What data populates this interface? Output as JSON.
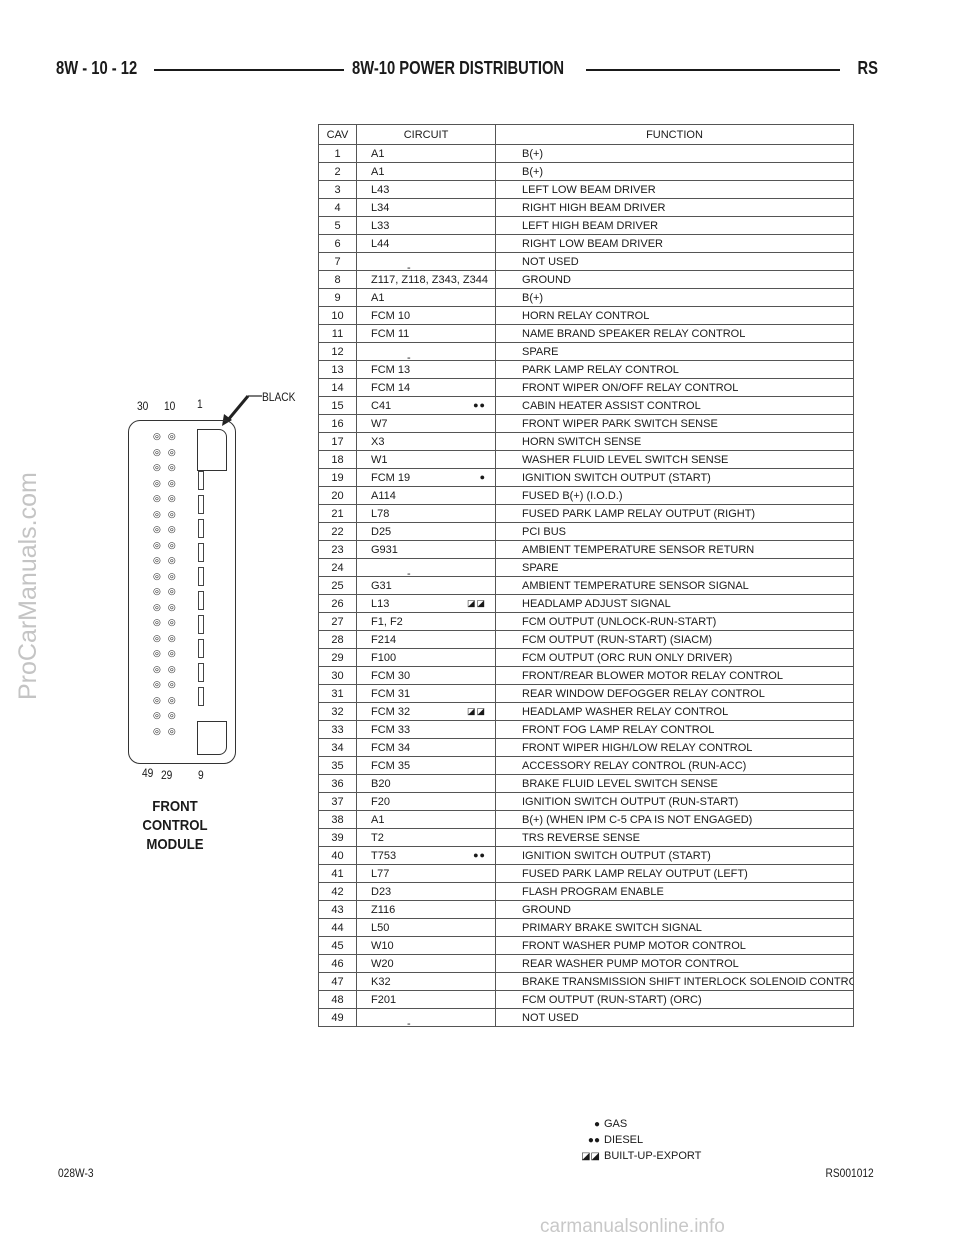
{
  "header": {
    "page_id": "8W - 10 - 12",
    "title": "8W-10 POWER DISTRIBUTION",
    "code": "RS"
  },
  "watermark_side": "ProCarManuals.com",
  "watermark_bottom": "carmanualsonline.info",
  "table": {
    "headers": {
      "cav": "CAV",
      "circuit": "CIRCUIT",
      "function": "FUNCTION"
    },
    "rows": [
      {
        "cav": "1",
        "circuit": "A1",
        "function": "B(+)",
        "mark": ""
      },
      {
        "cav": "2",
        "circuit": "A1",
        "function": "B(+)",
        "mark": ""
      },
      {
        "cav": "3",
        "circuit": "L43",
        "function": "LEFT LOW BEAM DRIVER",
        "mark": ""
      },
      {
        "cav": "4",
        "circuit": "L34",
        "function": "RIGHT HIGH BEAM DRIVER",
        "mark": ""
      },
      {
        "cav": "5",
        "circuit": "L33",
        "function": "LEFT HIGH BEAM DRIVER",
        "mark": ""
      },
      {
        "cav": "6",
        "circuit": "L44",
        "function": "RIGHT LOW BEAM DRIVER",
        "mark": ""
      },
      {
        "cav": "7",
        "circuit": "-",
        "function": "NOT USED",
        "mark": ""
      },
      {
        "cav": "8",
        "circuit": "Z117, Z118, Z343, Z344",
        "function": "GROUND",
        "mark": ""
      },
      {
        "cav": "9",
        "circuit": "A1",
        "function": "B(+)",
        "mark": ""
      },
      {
        "cav": "10",
        "circuit": "FCM 10",
        "function": "HORN RELAY CONTROL",
        "mark": ""
      },
      {
        "cav": "11",
        "circuit": "FCM 11",
        "function": "NAME BRAND SPEAKER RELAY CONTROL",
        "mark": ""
      },
      {
        "cav": "12",
        "circuit": "-",
        "function": "SPARE",
        "mark": ""
      },
      {
        "cav": "13",
        "circuit": "FCM 13",
        "function": "PARK LAMP RELAY CONTROL",
        "mark": ""
      },
      {
        "cav": "14",
        "circuit": "FCM 14",
        "function": "FRONT WIPER ON/OFF RELAY CONTROL",
        "mark": ""
      },
      {
        "cav": "15",
        "circuit": "C41",
        "function": "CABIN HEATER ASSIST CONTROL",
        "mark": "diesel"
      },
      {
        "cav": "16",
        "circuit": "W7",
        "function": "FRONT WIPER PARK SWITCH SENSE",
        "mark": ""
      },
      {
        "cav": "17",
        "circuit": "X3",
        "function": "HORN SWITCH SENSE",
        "mark": ""
      },
      {
        "cav": "18",
        "circuit": "W1",
        "function": "WASHER FLUID LEVEL SWITCH SENSE",
        "mark": ""
      },
      {
        "cav": "19",
        "circuit": "FCM 19",
        "function": "IGNITION SWITCH OUTPUT (START)",
        "mark": "gas"
      },
      {
        "cav": "20",
        "circuit": "A114",
        "function": "FUSED B(+) (I.O.D.)",
        "mark": ""
      },
      {
        "cav": "21",
        "circuit": "L78",
        "function": "FUSED PARK LAMP RELAY OUTPUT (RIGHT)",
        "mark": ""
      },
      {
        "cav": "22",
        "circuit": "D25",
        "function": "PCI BUS",
        "mark": ""
      },
      {
        "cav": "23",
        "circuit": "G931",
        "function": "AMBIENT TEMPERATURE SENSOR RETURN",
        "mark": ""
      },
      {
        "cav": "24",
        "circuit": "-",
        "function": "SPARE",
        "mark": ""
      },
      {
        "cav": "25",
        "circuit": "G31",
        "function": "AMBIENT TEMPERATURE SENSOR SIGNAL",
        "mark": ""
      },
      {
        "cav": "26",
        "circuit": "L13",
        "function": "HEADLAMP ADJUST SIGNAL",
        "mark": "export"
      },
      {
        "cav": "27",
        "circuit": "F1, F2",
        "function": "FCM OUTPUT (UNLOCK-RUN-START)",
        "mark": ""
      },
      {
        "cav": "28",
        "circuit": "F214",
        "function": "FCM OUTPUT (RUN-START) (SIACM)",
        "mark": ""
      },
      {
        "cav": "29",
        "circuit": "F100",
        "function": "FCM OUTPUT (ORC RUN ONLY DRIVER)",
        "mark": ""
      },
      {
        "cav": "30",
        "circuit": "FCM 30",
        "function": "FRONT/REAR BLOWER MOTOR RELAY CONTROL",
        "mark": ""
      },
      {
        "cav": "31",
        "circuit": "FCM 31",
        "function": "REAR WINDOW DEFOGGER RELAY CONTROL",
        "mark": ""
      },
      {
        "cav": "32",
        "circuit": "FCM 32",
        "function": "HEADLAMP WASHER RELAY CONTROL",
        "mark": "export"
      },
      {
        "cav": "33",
        "circuit": "FCM 33",
        "function": "FRONT FOG LAMP RELAY CONTROL",
        "mark": ""
      },
      {
        "cav": "34",
        "circuit": "FCM 34",
        "function": "FRONT WIPER HIGH/LOW RELAY CONTROL",
        "mark": ""
      },
      {
        "cav": "35",
        "circuit": "FCM 35",
        "function": "ACCESSORY RELAY CONTROL (RUN-ACC)",
        "mark": ""
      },
      {
        "cav": "36",
        "circuit": "B20",
        "function": "BRAKE FLUID LEVEL SWITCH SENSE",
        "mark": ""
      },
      {
        "cav": "37",
        "circuit": "F20",
        "function": "IGNITION SWITCH OUTPUT (RUN-START)",
        "mark": ""
      },
      {
        "cav": "38",
        "circuit": "A1",
        "function": "B(+) (WHEN IPM C-5 CPA IS NOT ENGAGED)",
        "mark": ""
      },
      {
        "cav": "39",
        "circuit": "T2",
        "function": "TRS REVERSE SENSE",
        "mark": ""
      },
      {
        "cav": "40",
        "circuit": "T753",
        "function": "IGNITION SWITCH OUTPUT (START)",
        "mark": "diesel"
      },
      {
        "cav": "41",
        "circuit": "L77",
        "function": "FUSED PARK LAMP RELAY OUTPUT (LEFT)",
        "mark": ""
      },
      {
        "cav": "42",
        "circuit": "D23",
        "function": "FLASH PROGRAM ENABLE",
        "mark": ""
      },
      {
        "cav": "43",
        "circuit": "Z116",
        "function": "GROUND",
        "mark": ""
      },
      {
        "cav": "44",
        "circuit": "L50",
        "function": "PRIMARY BRAKE SWITCH SIGNAL",
        "mark": ""
      },
      {
        "cav": "45",
        "circuit": "W10",
        "function": "FRONT WASHER PUMP MOTOR CONTROL",
        "mark": ""
      },
      {
        "cav": "46",
        "circuit": "W20",
        "function": "REAR WASHER PUMP MOTOR CONTROL",
        "mark": ""
      },
      {
        "cav": "47",
        "circuit": "K32",
        "function": "BRAKE TRANSMISSION SHIFT INTERLOCK SOLENOID CONTROL",
        "mark": ""
      },
      {
        "cav": "48",
        "circuit": "F201",
        "function": "FCM OUTPUT (RUN-START) (ORC)",
        "mark": ""
      },
      {
        "cav": "49",
        "circuit": "-",
        "function": "NOT USED",
        "mark": ""
      }
    ]
  },
  "marks": {
    "gas": "●",
    "diesel": "●●",
    "export": "◪◪"
  },
  "connector": {
    "color_label": "BLACK",
    "pin_top_labels": [
      "30",
      "10",
      "1"
    ],
    "pin_bottom_labels": [
      "49",
      "29",
      "9"
    ],
    "name_lines": [
      "FRONT",
      "CONTROL",
      "MODULE"
    ]
  },
  "legend": [
    {
      "key": "gas",
      "label": "GAS"
    },
    {
      "key": "diesel",
      "label": "DIESEL"
    },
    {
      "key": "export",
      "label": "BUILT-UP-EXPORT"
    }
  ],
  "footer": {
    "left": "028W-3",
    "right": "RS001012"
  }
}
